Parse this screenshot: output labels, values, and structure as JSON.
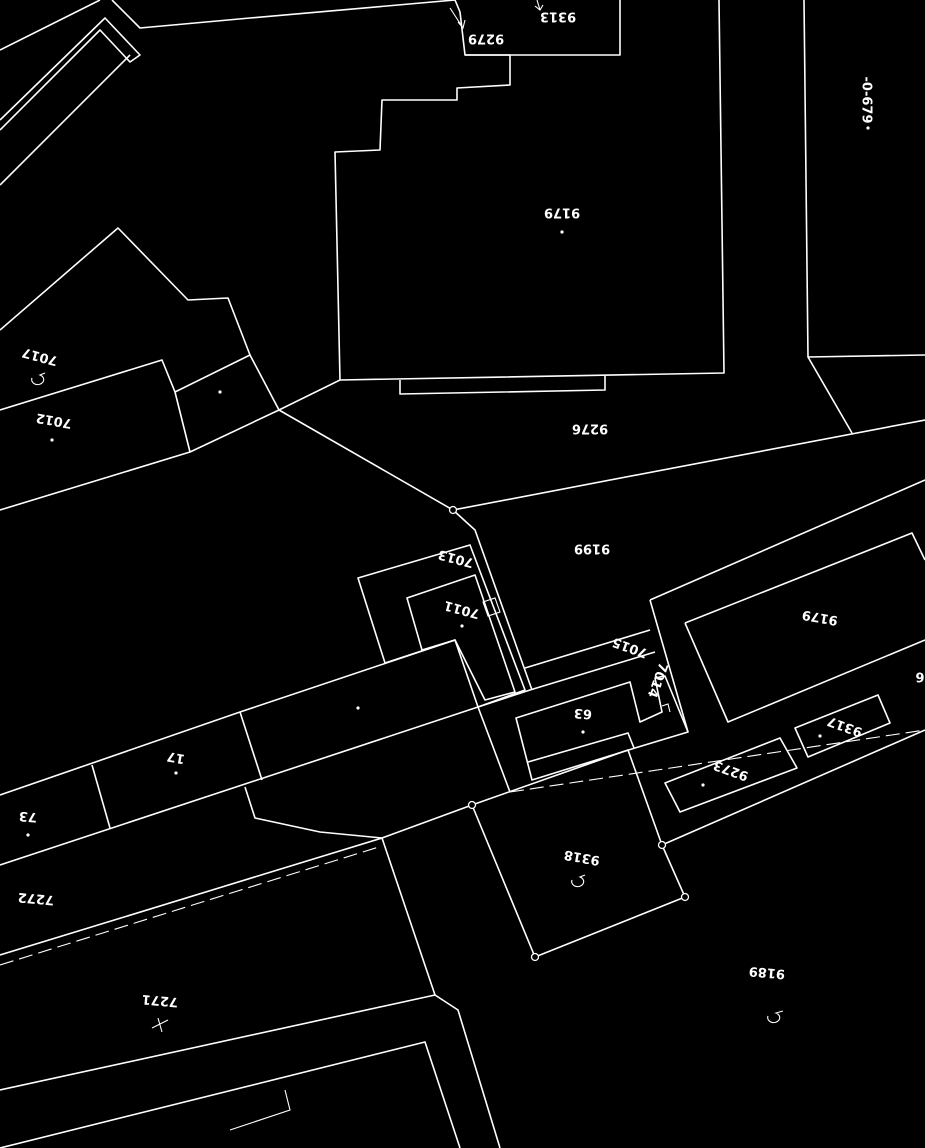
{
  "parcels": [
    {
      "id": "p9313",
      "label": "9313"
    },
    {
      "id": "p9279",
      "label": "9279"
    },
    {
      "id": "p9179",
      "label": "9179"
    },
    {
      "id": "p9276",
      "label": "9276"
    },
    {
      "id": "p9199",
      "label": "9199"
    },
    {
      "id": "p7017",
      "label": "7017"
    },
    {
      "id": "p7012",
      "label": "7012"
    },
    {
      "id": "p7013",
      "label": "7013"
    },
    {
      "id": "p7011",
      "label": "7011"
    },
    {
      "id": "p7015",
      "label": "7015"
    },
    {
      "id": "p7014",
      "label": "7014"
    },
    {
      "id": "p9179b",
      "label": "9179"
    },
    {
      "id": "p63",
      "label": "63"
    },
    {
      "id": "p17",
      "label": "17"
    },
    {
      "id": "p73",
      "label": "73"
    },
    {
      "id": "p9273",
      "label": "9273"
    },
    {
      "id": "p9318",
      "label": "9318"
    },
    {
      "id": "p9317",
      "label": "9317"
    },
    {
      "id": "p7272",
      "label": "7272"
    },
    {
      "id": "p7271",
      "label": "7271"
    },
    {
      "id": "p9189",
      "label": "9189"
    },
    {
      "id": "p679",
      "label": "-0-679"
    },
    {
      "id": "pedge",
      "label": "6"
    }
  ]
}
